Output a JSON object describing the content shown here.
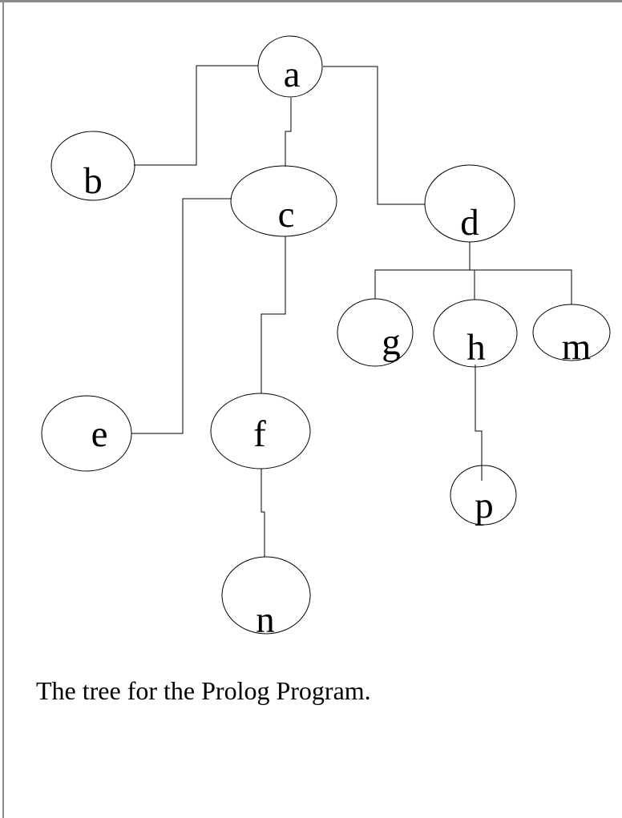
{
  "caption": "The tree for the Prolog Program.",
  "tree": {
    "root": "a",
    "nodes": [
      {
        "id": "a",
        "label": "a",
        "children": [
          "b",
          "c",
          "d"
        ]
      },
      {
        "id": "b",
        "label": "b",
        "children": []
      },
      {
        "id": "c",
        "label": "c",
        "children": [
          "e",
          "f"
        ]
      },
      {
        "id": "d",
        "label": "d",
        "children": [
          "g",
          "h",
          "m"
        ]
      },
      {
        "id": "e",
        "label": "e",
        "children": []
      },
      {
        "id": "f",
        "label": "f",
        "children": [
          "n"
        ]
      },
      {
        "id": "g",
        "label": "g",
        "children": []
      },
      {
        "id": "h",
        "label": "h",
        "children": [
          "p"
        ]
      },
      {
        "id": "m",
        "label": "m",
        "children": []
      },
      {
        "id": "n",
        "label": "n",
        "children": []
      },
      {
        "id": "p",
        "label": "p",
        "children": []
      }
    ],
    "edges": [
      [
        "a",
        "b"
      ],
      [
        "a",
        "c"
      ],
      [
        "a",
        "d"
      ],
      [
        "c",
        "e"
      ],
      [
        "c",
        "f"
      ],
      [
        "d",
        "g"
      ],
      [
        "d",
        "h"
      ],
      [
        "d",
        "m"
      ],
      [
        "f",
        "n"
      ],
      [
        "h",
        "p"
      ]
    ]
  },
  "colors": {
    "line": "#000000",
    "background": "#ffffff",
    "page_border": "#8a8a8a"
  }
}
